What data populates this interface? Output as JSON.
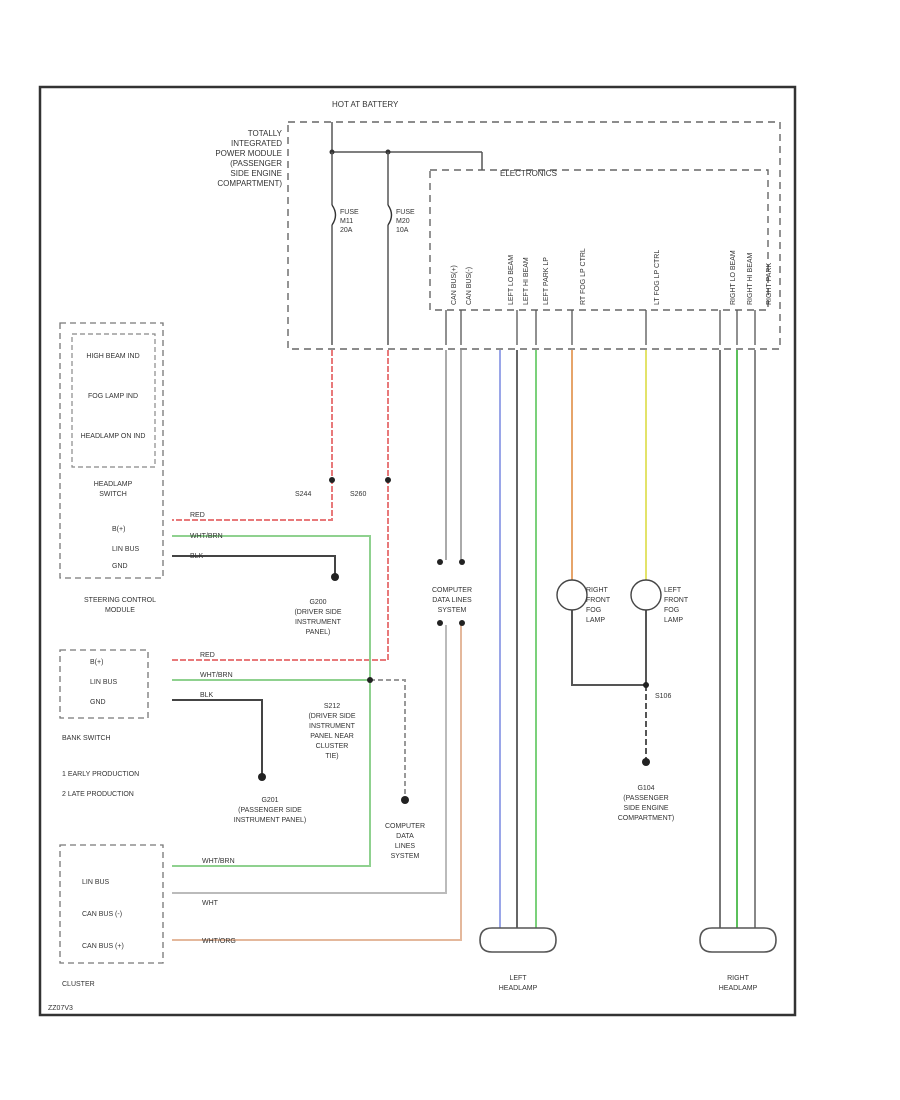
{
  "top": {
    "hot_at_battery": "HOT AT BATTERY",
    "tipm": [
      "TOTALLY",
      "INTEGRATED",
      "POWER MODULE",
      "(PASSENGER",
      "SIDE ENGINE",
      "COMPARTMENT)"
    ],
    "electronics": "ELECTRONICS",
    "fuse1": [
      "FUSE",
      "M11",
      "20A"
    ],
    "fuse2": [
      "FUSE",
      "M20",
      "10A"
    ],
    "outputs": [
      "CAN BUS(+)",
      "CAN BUS(-)",
      "LEFT LO BEAM",
      "LEFT HI BEAM",
      "LEFT PARK LP",
      "RT FOG LP CTRL",
      "LT FOG LP CTRL",
      "RIGHT LO BEAM",
      "RIGHT HI BEAM",
      "RIGHT PARK"
    ]
  },
  "steering": {
    "items": [
      "HIGH BEAM IND",
      "FOG LAMP IND",
      "HEADLAMP ON IND"
    ],
    "switch": [
      "HEADLAMP",
      "SWITCH"
    ],
    "pins": [
      "B(+)",
      "LIN BUS",
      "GND"
    ],
    "module": [
      "STEERING CONTROL",
      "MODULE"
    ],
    "wires": [
      "RED",
      "WHT/BRN",
      "BLK"
    ]
  },
  "bank": {
    "pins": [
      "B(+)",
      "LIN BUS",
      "GND"
    ],
    "title": "BANK SWITCH",
    "wires": [
      "RED",
      "WHT/BRN",
      "BLK"
    ],
    "notes": [
      "1  EARLY PRODUCTION",
      "2  LATE PRODUCTION"
    ]
  },
  "splices": {
    "s244": "S244",
    "s260": "S260",
    "g200": [
      "G200",
      "(DRIVER SIDE",
      "INSTRUMENT",
      "PANEL)"
    ],
    "s212": [
      "S212",
      "(DRIVER SIDE",
      "INSTRUMENT",
      "PANEL NEAR",
      "CLUSTER",
      "TIE)"
    ],
    "g201": [
      "G201",
      "(PASSENGER SIDE",
      "INSTRUMENT PANEL)"
    ],
    "g104": [
      "G104",
      "(PASSENGER",
      "SIDE ENGINE",
      "COMPARTMENT)"
    ],
    "s106": "S106"
  },
  "data": {
    "connectors": [
      "COMPUTER",
      "DATA LINES",
      "SYSTEM"
    ],
    "lines": [
      "COMPUTER",
      "DATA",
      "LINES",
      "SYSTEM"
    ]
  },
  "fog": {
    "right": [
      "RIGHT",
      "FRONT",
      "FOG",
      "LAMP"
    ],
    "left": [
      "LEFT",
      "FRONT",
      "FOG",
      "LAMP"
    ]
  },
  "cluster": {
    "pins": [
      "LIN BUS",
      "CAN BUS (-)",
      "CAN BUS (+)"
    ],
    "wires": [
      "WHT/BRN",
      "WHT",
      "WHT/ORG"
    ],
    "title": "CLUSTER"
  },
  "headlamps": {
    "left": [
      "LEFT",
      "HEADLAMP"
    ],
    "right": [
      "RIGHT",
      "HEADLAMP"
    ]
  },
  "page_code": "ZZ07V3"
}
